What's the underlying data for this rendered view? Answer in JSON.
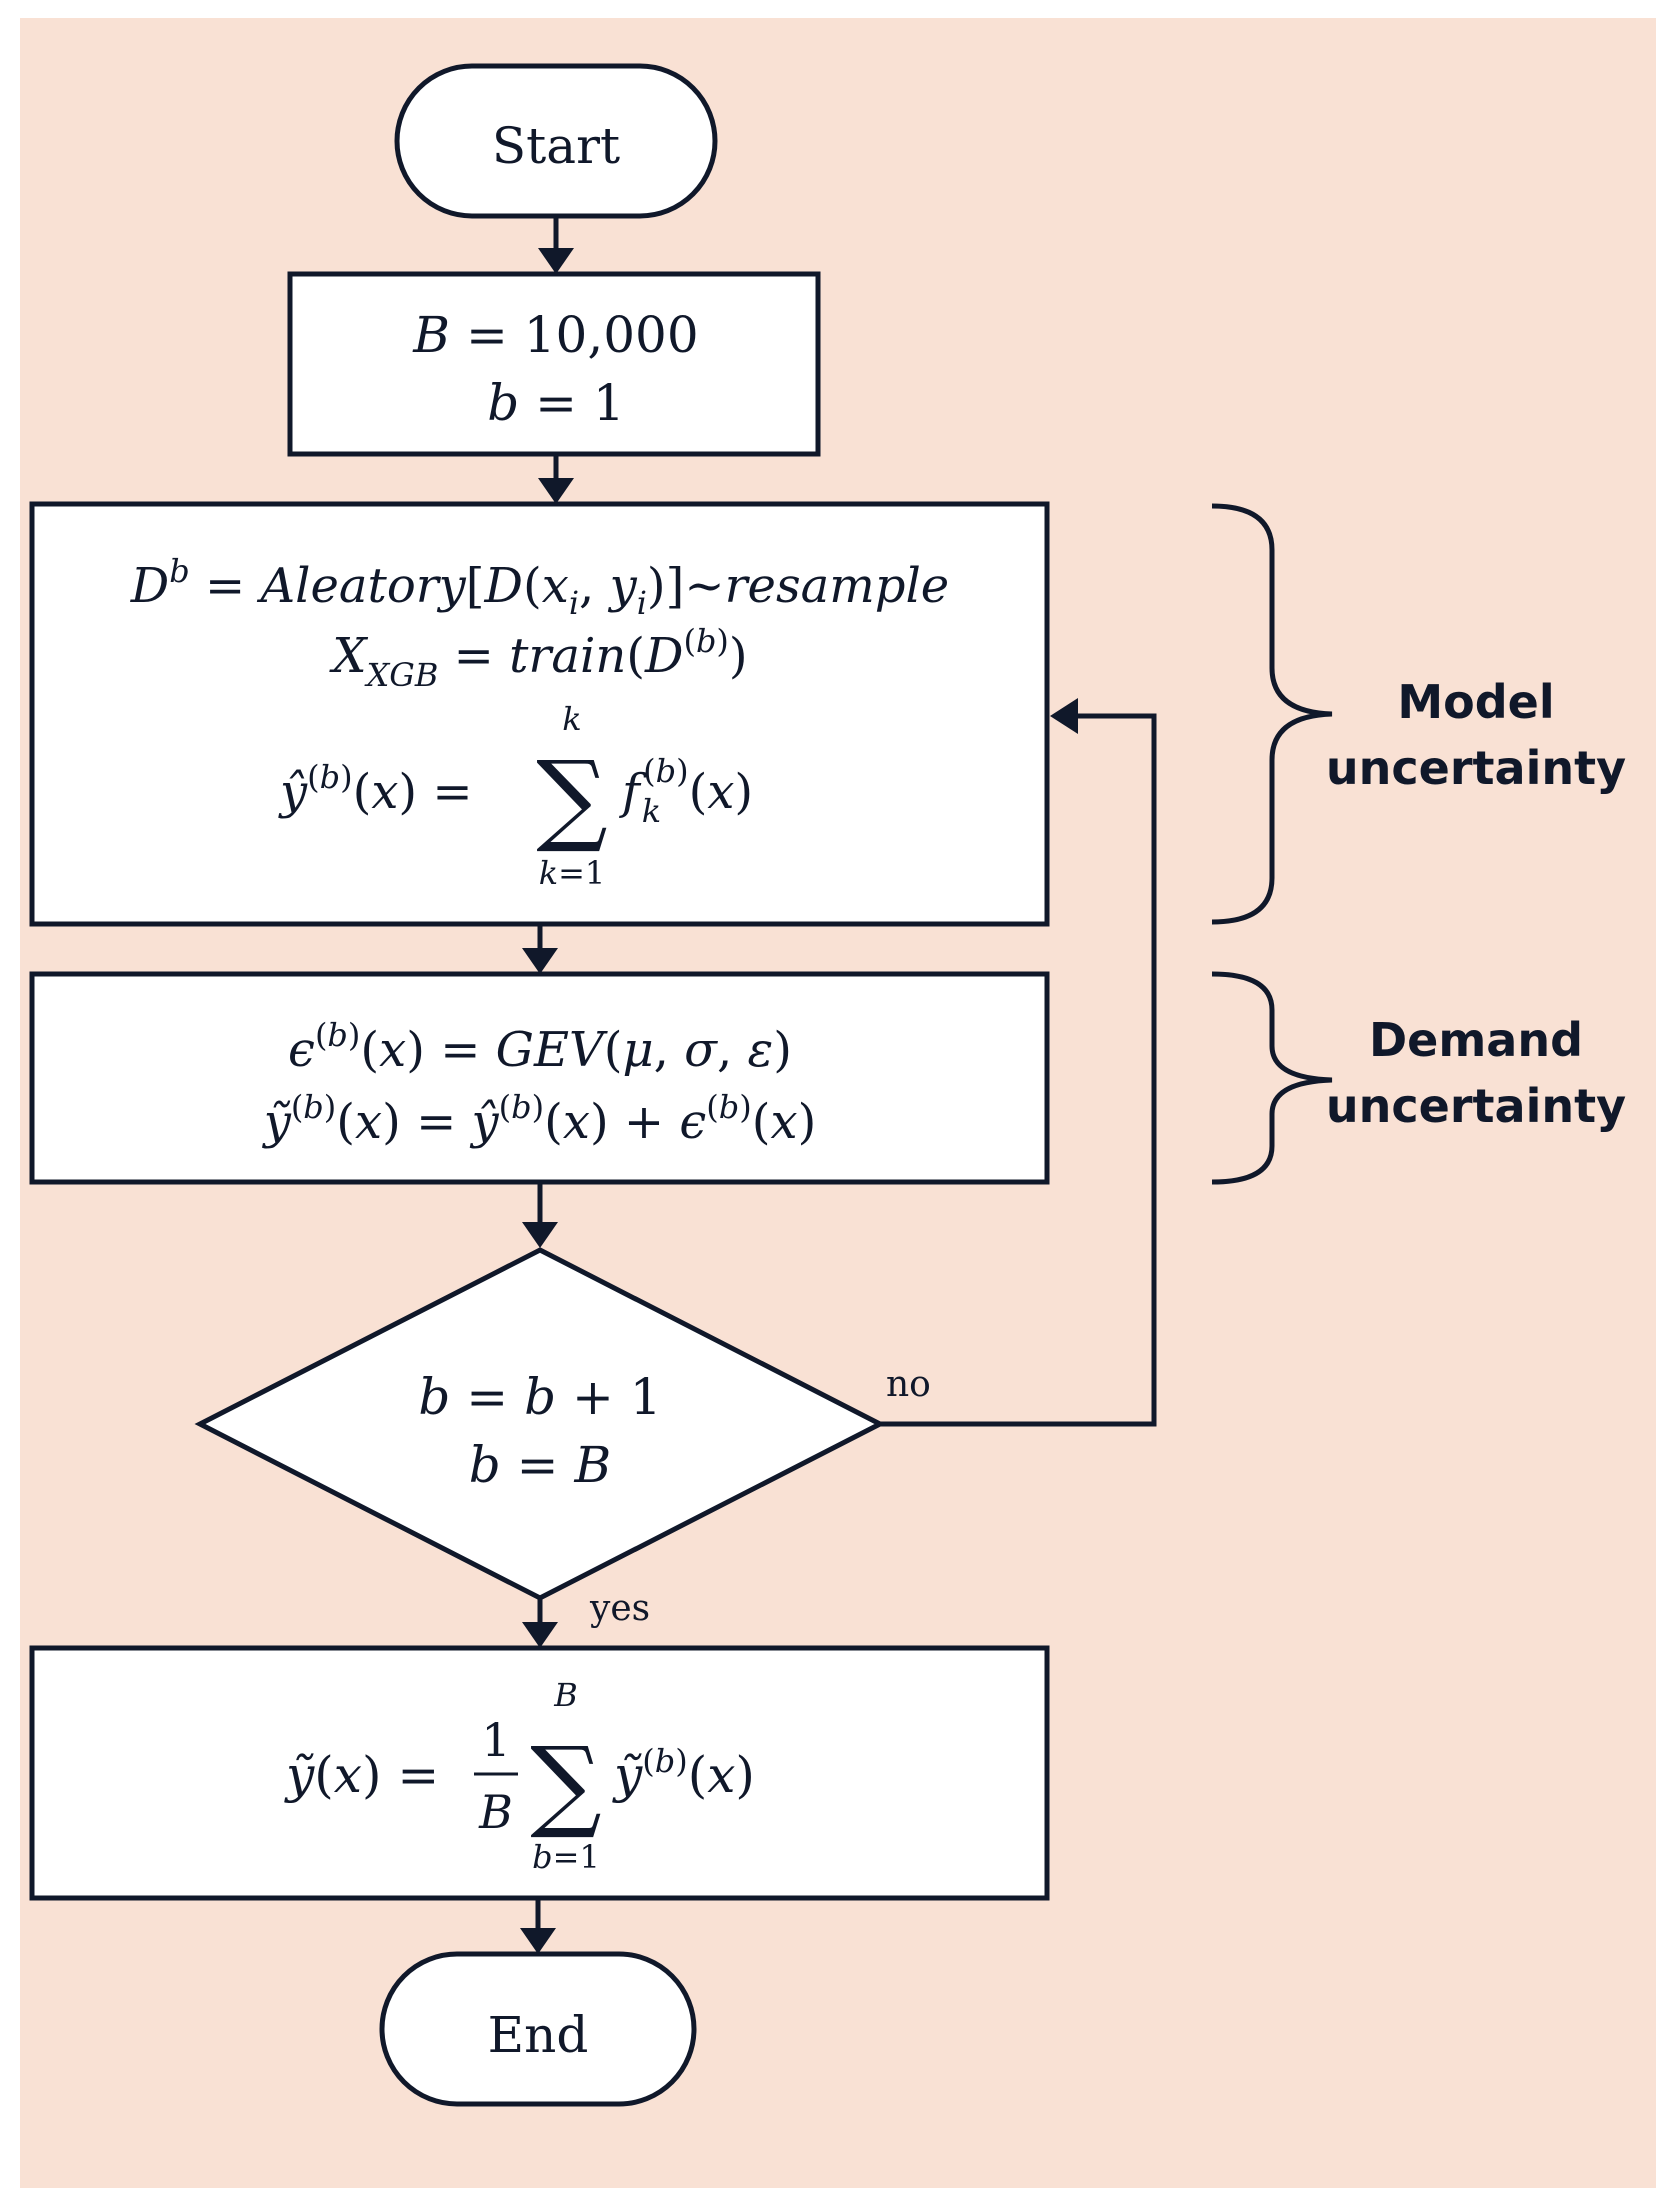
{
  "colors": {
    "background": "#f9e1d4",
    "stroke": "#10182a",
    "box_fill": "#ffffff"
  },
  "start": {
    "label": "Start"
  },
  "init": {
    "line1": "B = 10,000",
    "line2": "b = 1"
  },
  "model_box": {
    "line1": "D^b = Aleatory[D(x_i, y_i)]~resample",
    "line2": "X_XGB = train(D^(b))",
    "line3": "ŷ^(b)(x) = Σ_{k=1}^{k} f_k^(b)(x)"
  },
  "demand_box": {
    "line1": "ϵ^(b)(x) = GEV(μ, σ, ε)",
    "line2": "ỹ^(b)(x) = ŷ^(b)(x) + ϵ^(b)(x)"
  },
  "decision": {
    "line1": "b = b + 1",
    "line2": "b = B",
    "no_label": "no",
    "yes_label": "yes"
  },
  "final_box": {
    "line1": "ỹ(x) = (1/B) Σ_{b=1}^{B} ỹ^(b)(x)"
  },
  "end": {
    "label": "End"
  },
  "braces": {
    "model": {
      "line1": "Model",
      "line2": "uncertainty"
    },
    "demand": {
      "line1": "Demand",
      "line2": "uncertainty"
    }
  }
}
